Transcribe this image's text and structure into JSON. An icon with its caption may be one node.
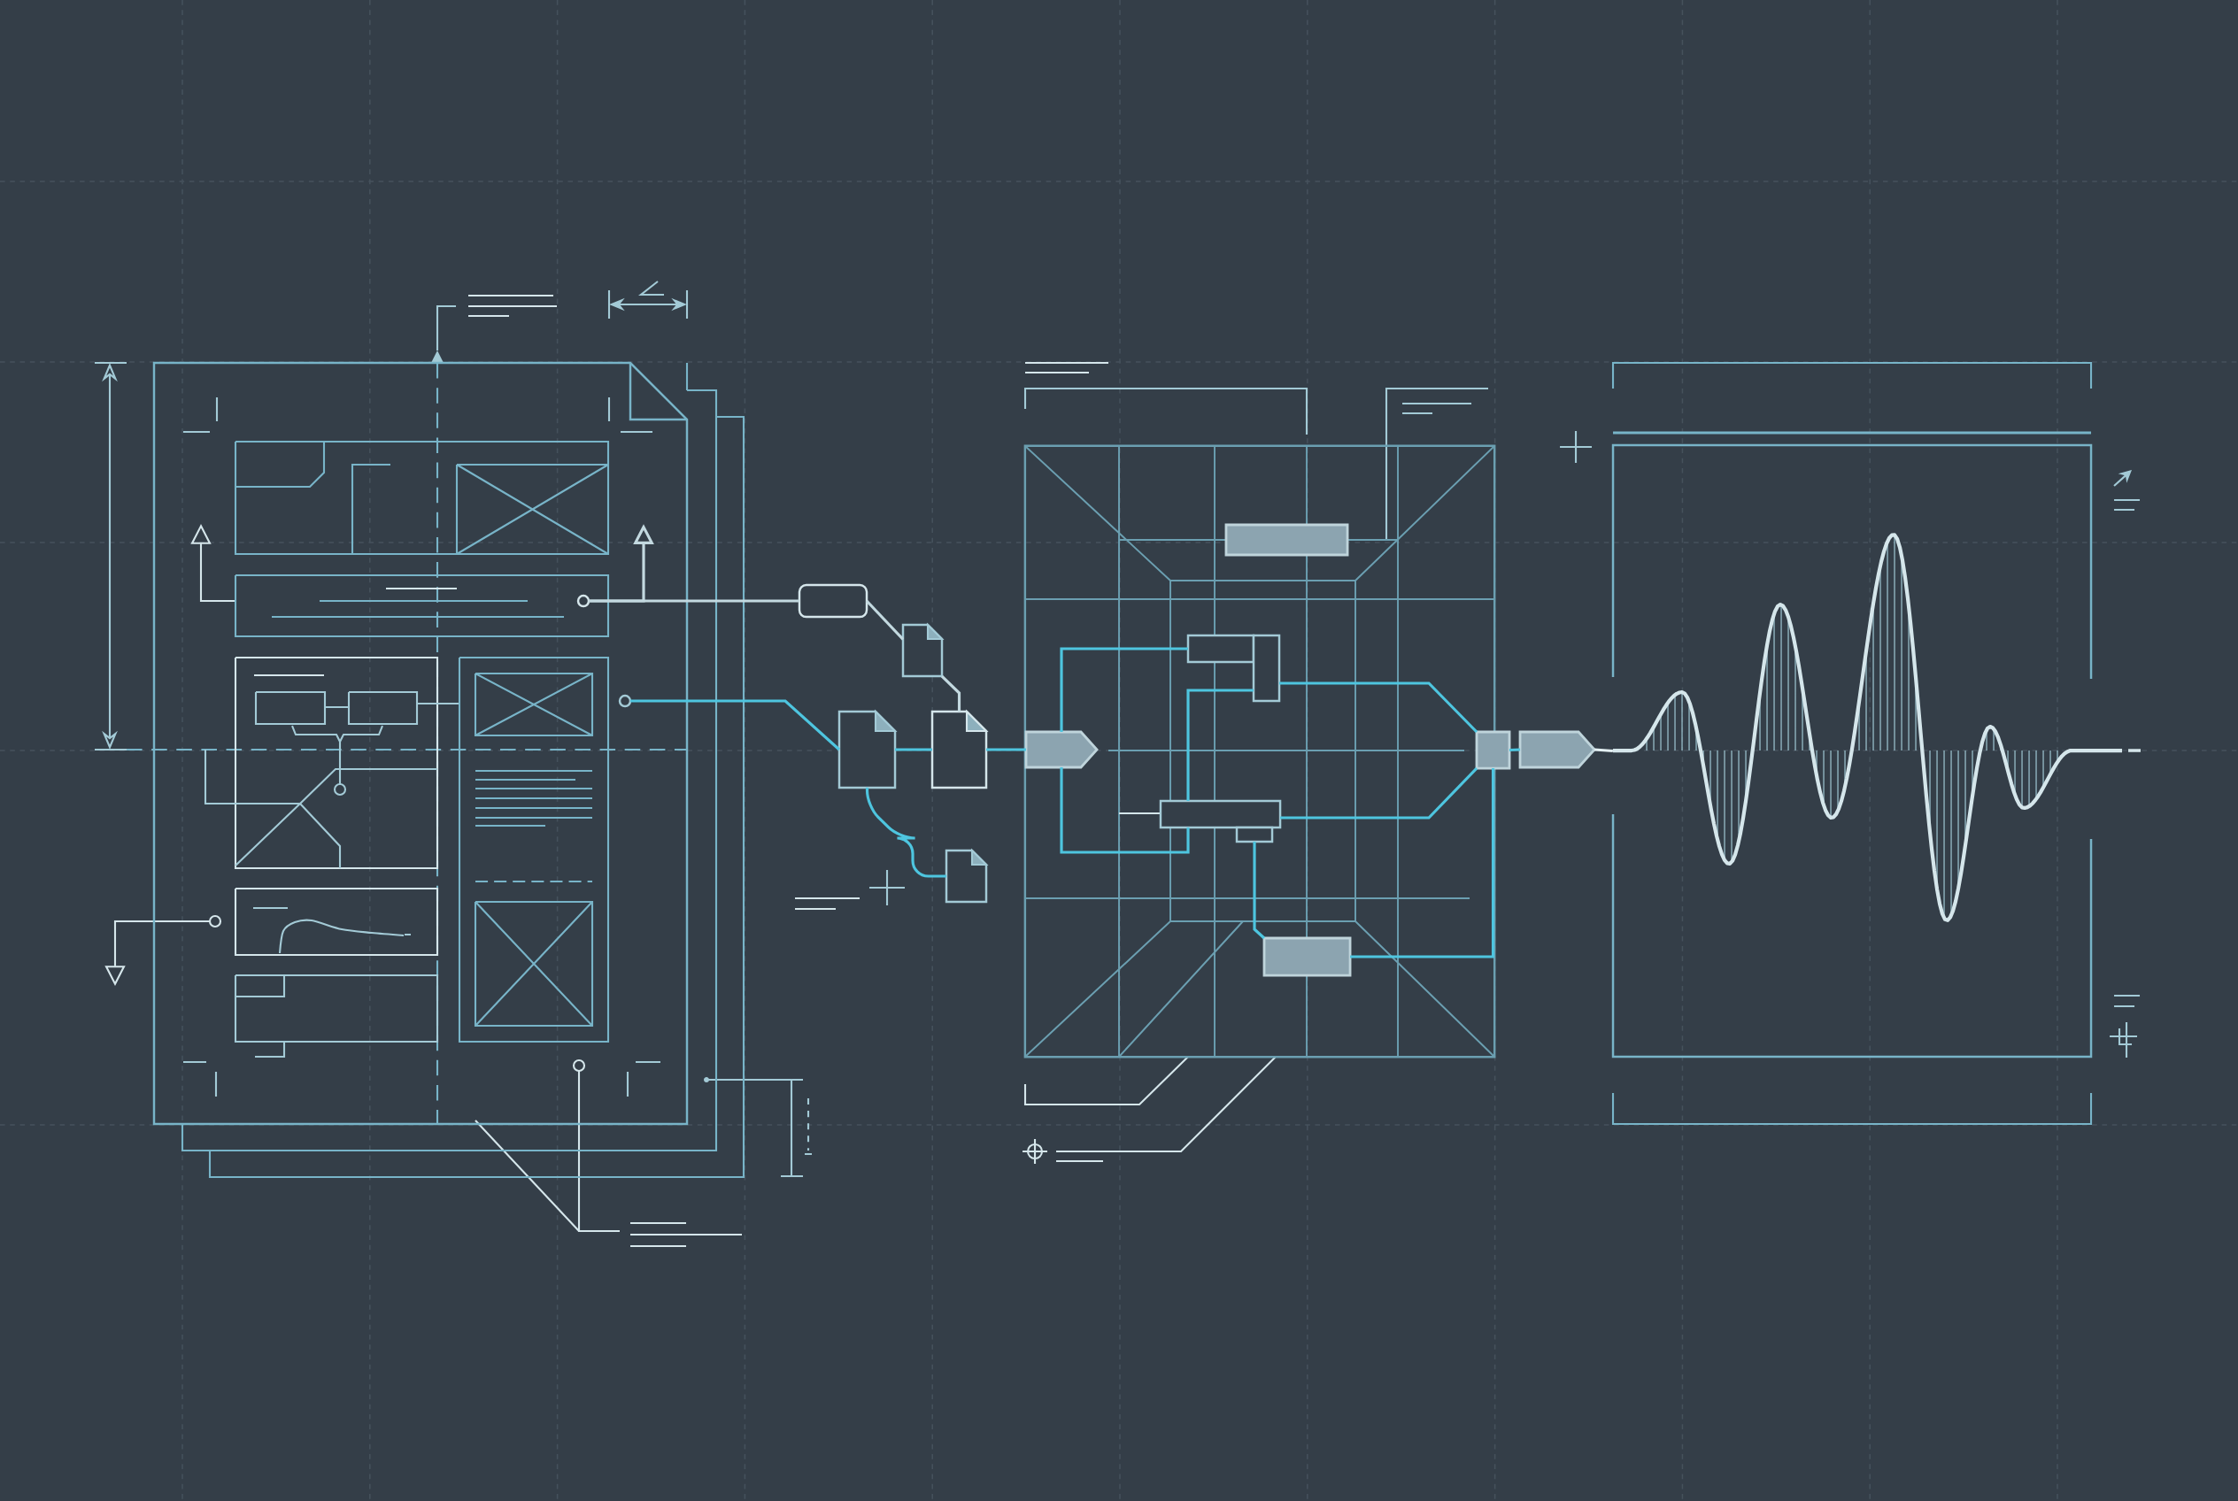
{
  "diagram": {
    "nodes": [
      {
        "text": [],
        "shape": "document"
      },
      {
        "text": [],
        "shape": "circle",
        "in": 0
      },
      {
        "text": [],
        "shape": "circle",
        "in": 0
      },
      {
        "text": [],
        "shape": "box"
      },
      {
        "text": [],
        "shape": "document"
      },
      {
        "text": [],
        "shape": "document"
      },
      {
        "text": [],
        "shape": "document"
      },
      {
        "text": [],
        "shape": "document"
      },
      {
        "text": [],
        "shape": "pentagon",
        "in": 9
      },
      {
        "text": [],
        "shape": "box"
      },
      {
        "text": [],
        "shape": "bar",
        "in": 9
      },
      {
        "text": [],
        "shape": "box",
        "in": 9
      },
      {
        "text": [],
        "shape": "box",
        "in": 9
      },
      {
        "text": [],
        "shape": "box",
        "in": 9
      },
      {
        "text": [],
        "shape": "box",
        "in": 9
      },
      {
        "text": [],
        "shape": "bar",
        "in": 9
      },
      {
        "text": [],
        "shape": "bar"
      },
      {
        "text": [],
        "shape": "pentagon"
      },
      {
        "text": [],
        "shape": "box"
      }
    ],
    "edges": [
      {
        "from": 1,
        "to": 3,
        "arrow": "none",
        "color": "#c3d9e0"
      },
      {
        "from": 3,
        "to": 4,
        "arrow": "none",
        "color": "#c3d9e0"
      },
      {
        "from": 4,
        "to": 6,
        "arrow": "none",
        "color": "#c3d9e0"
      },
      {
        "from": 2,
        "to": 5,
        "arrow": "none"
      },
      {
        "from": 5,
        "to": 6,
        "arrow": "none"
      },
      {
        "from": 5,
        "to": 7,
        "arrow": "none"
      },
      {
        "from": 6,
        "to": 8,
        "arrow": "none"
      },
      {
        "from": 8,
        "to": 11,
        "arrow": "none"
      },
      {
        "from": 8,
        "to": 13,
        "arrow": "none"
      },
      {
        "from": 13,
        "to": 12,
        "arrow": "none"
      },
      {
        "from": 12,
        "to": 16,
        "arrow": "none"
      },
      {
        "from": 13,
        "to": 16,
        "arrow": "none"
      },
      {
        "from": 14,
        "to": 15,
        "arrow": "none"
      },
      {
        "from": 15,
        "to": 16,
        "arrow": "none"
      },
      {
        "from": 16,
        "to": 17,
        "arrow": "none"
      },
      {
        "from": 17,
        "to": 18,
        "arrow": "none",
        "color": "#e4f0f3"
      },
      {
        "from": 1,
        "to": null,
        "arrow": "to",
        "color": "#c3d9e0"
      }
    ]
  }
}
